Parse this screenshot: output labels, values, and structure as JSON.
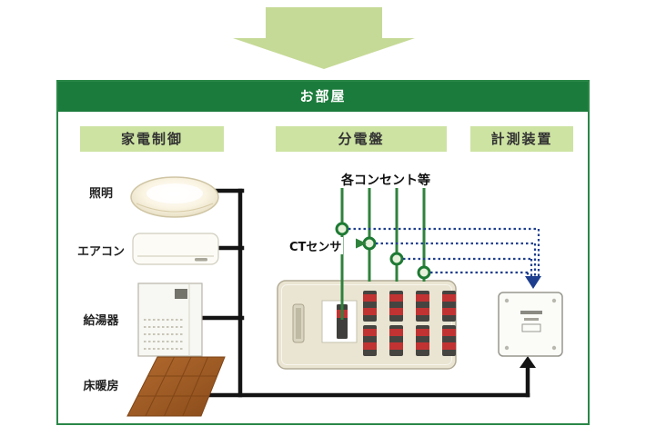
{
  "page": {
    "title": "お部屋"
  },
  "sections": [
    {
      "label": "家電制御"
    },
    {
      "label": "分電盤"
    },
    {
      "label": "計測装置"
    }
  ],
  "appliances": [
    {
      "label": "照明"
    },
    {
      "label": "エアコン"
    },
    {
      "label": "給湯器"
    },
    {
      "label": "床暖房"
    }
  ],
  "annotations": {
    "outlets_label": "各コンセント等",
    "ct_sensor_label": "CTセンサ"
  },
  "colors": {
    "flow_arrow_green": "#c6da97",
    "header_green": "#1b7b3c",
    "section_green": "#cde3a2",
    "wire_green": "#2f823c",
    "wire_black": "#141414",
    "sensor_link_blue": "#1d3e8f",
    "board_beige": "#eae5d2",
    "breaker_red": "#c13333"
  }
}
